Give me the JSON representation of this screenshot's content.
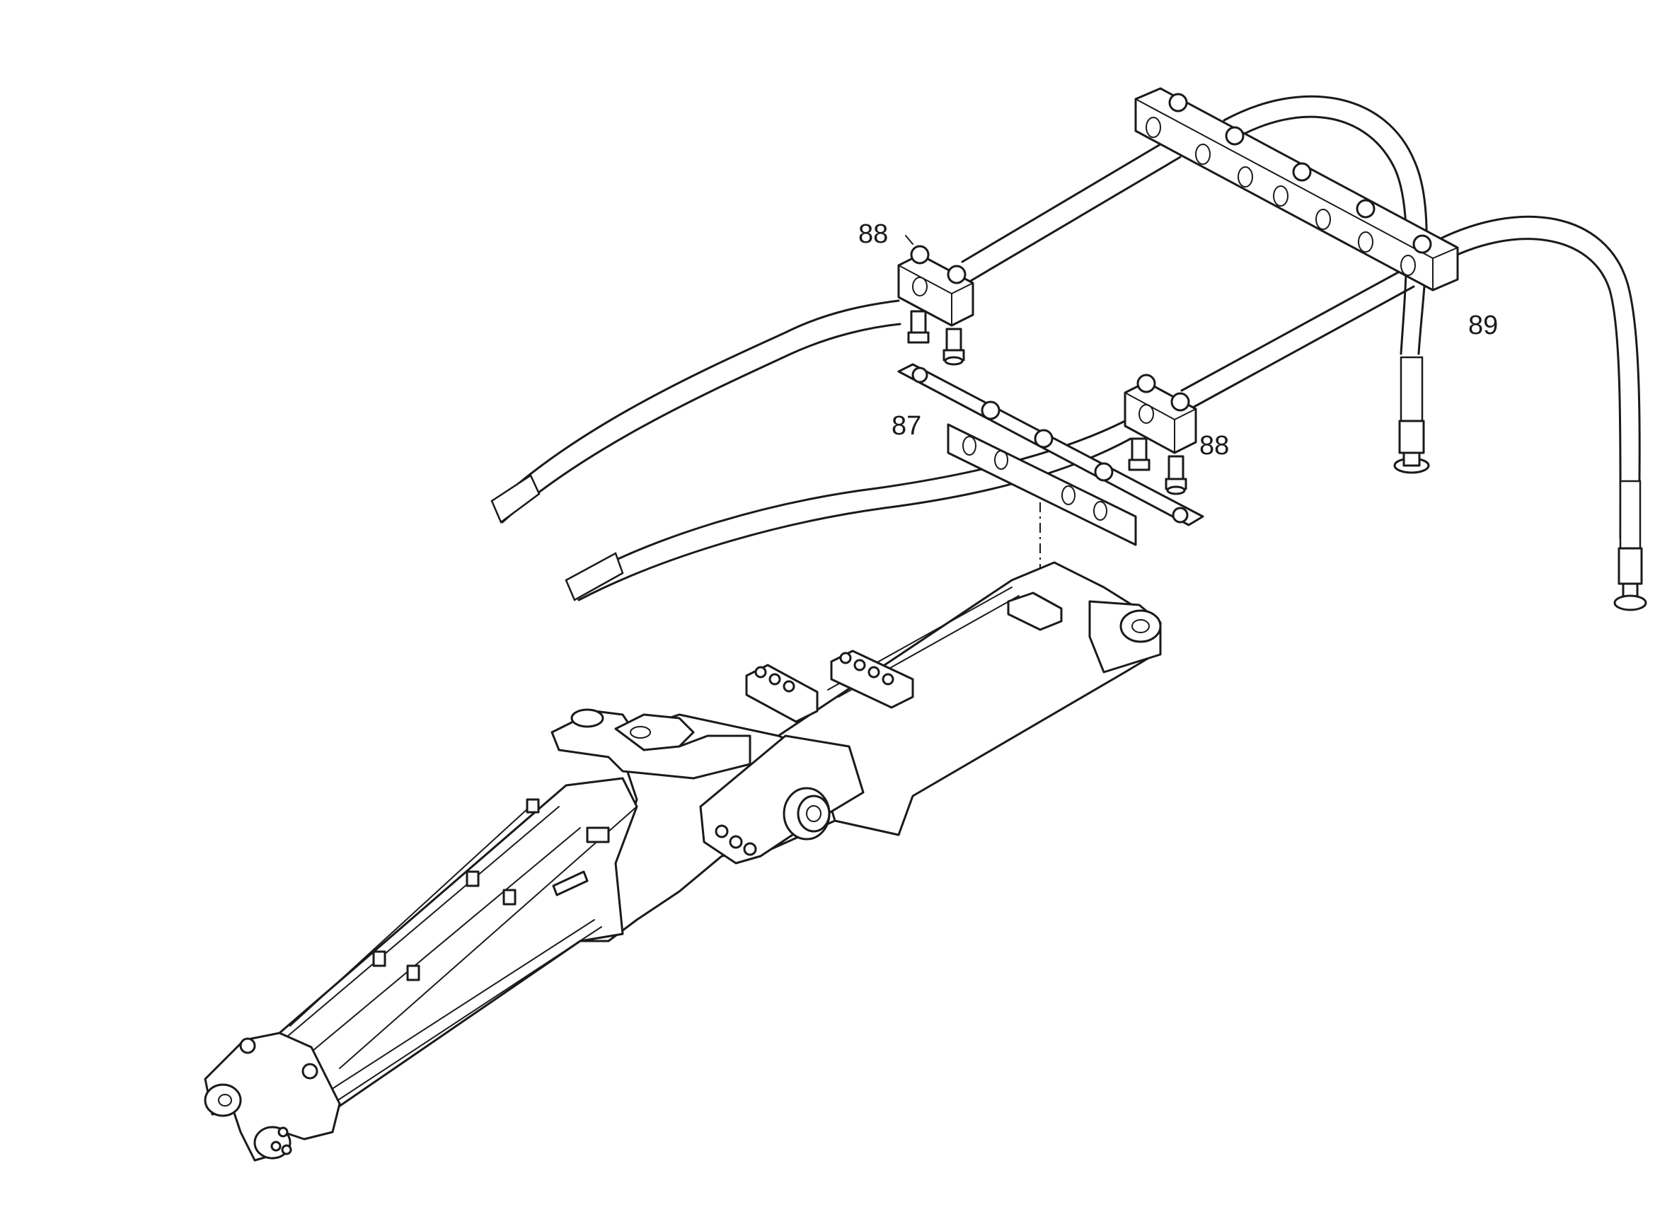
{
  "callouts": [
    {
      "id": "label-88-top",
      "text": "88"
    },
    {
      "id": "label-89",
      "text": "89"
    },
    {
      "id": "label-87",
      "text": "87"
    },
    {
      "id": "label-88-mid",
      "text": "88"
    }
  ]
}
